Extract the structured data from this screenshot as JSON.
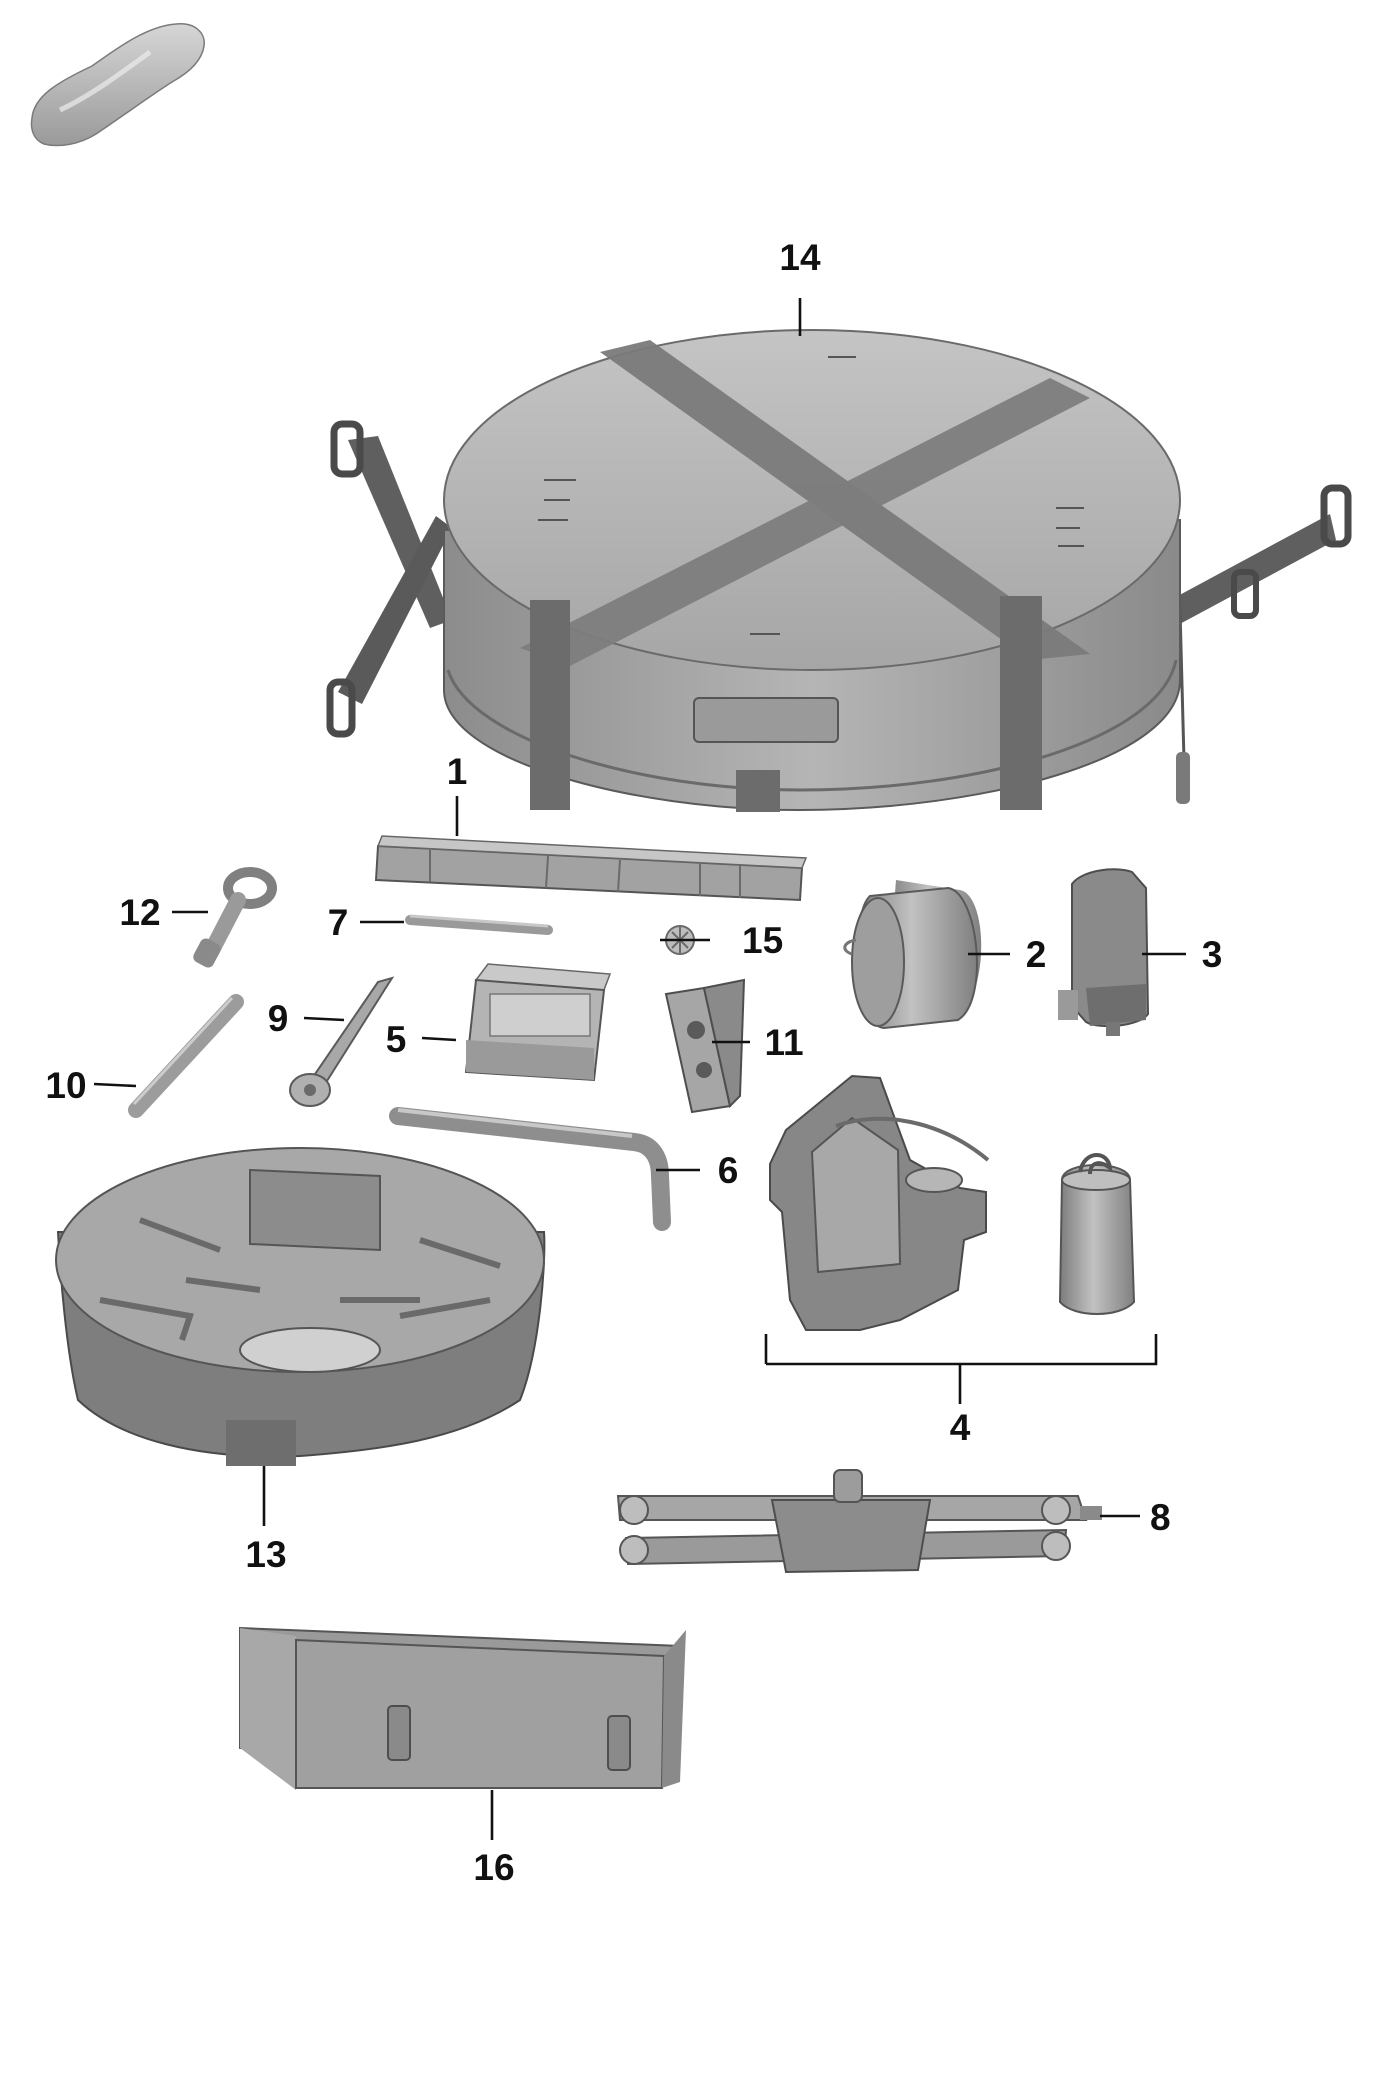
{
  "diagram": {
    "callouts": {
      "c1": "1",
      "c2": "2",
      "c3": "3",
      "c4": "4",
      "c5": "5",
      "c6": "6",
      "c7": "7",
      "c8": "8",
      "c9": "9",
      "c10": "10",
      "c11": "11",
      "c12": "12",
      "c13": "13",
      "c14": "14",
      "c15": "15",
      "c16": "16"
    }
  },
  "colors": {
    "part_fill": "#a9a9a9",
    "part_dark": "#6f6f6f",
    "part_light": "#c9c9c9",
    "strap": "#5f5f5f",
    "outline": "#3a3a3a",
    "text": "#111111"
  },
  "icons": {
    "vehicle": "car-silhouette-icon"
  }
}
